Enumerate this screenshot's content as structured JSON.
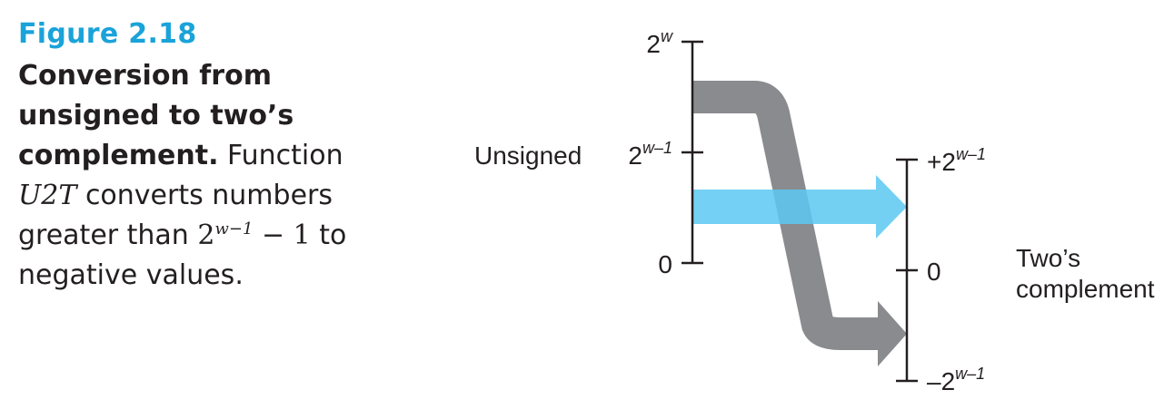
{
  "figure": {
    "label": "Figure 2.18",
    "title": "Conversion from unsigned to two’s complement.",
    "body_before_fn": "Function",
    "function_name": "U2T",
    "body_mid": "converts numbers greater than",
    "threshold_base": "2",
    "threshold_exp": "w−1",
    "threshold_rest": "− 1",
    "body_after": "to negative values."
  },
  "diagram": {
    "left_axis": {
      "name": "Unsigned",
      "ticks": [
        {
          "base": "2",
          "exp": "w"
        },
        {
          "base": "2",
          "exp": "w–1"
        },
        {
          "base": "0",
          "exp": ""
        }
      ]
    },
    "right_axis": {
      "name_line1": "Two’s",
      "name_line2": "complement",
      "ticks": [
        {
          "base": "+2",
          "exp": "w–1"
        },
        {
          "base": "0",
          "exp": ""
        },
        {
          "base": "–2",
          "exp": "w–1"
        }
      ]
    },
    "colors": {
      "blue_arrow": "#5cc8f2",
      "gray_arrow": "#8a8b8f",
      "axis": "#231f20"
    }
  }
}
